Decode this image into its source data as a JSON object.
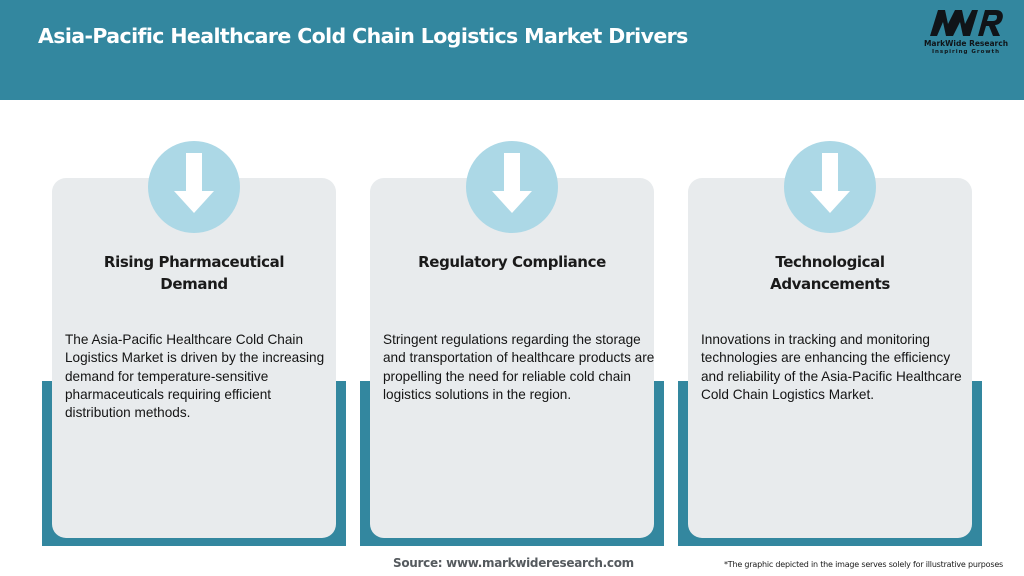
{
  "header": {
    "title": "Asia-Pacific Healthcare Cold Chain Logistics Market Drivers",
    "logo": {
      "mark": "MWR",
      "name": "MarkWide Research",
      "tagline": "Inspiring Growth"
    }
  },
  "colors": {
    "header_bg": "#33879f",
    "card_bg": "#e8ebed",
    "card_accent": "#33879f",
    "icon_circle": "#acd8e6",
    "icon_glyph": "#ffffff"
  },
  "drivers": [
    {
      "icon": "arrow-down-icon",
      "title": "Rising Pharmaceutical Demand",
      "body": "The Asia-Pacific Healthcare Cold Chain Logistics Market is driven by the increasing demand for temperature-sensitive pharmaceuticals requiring efficient distribution methods."
    },
    {
      "icon": "arrow-down-icon",
      "title": "Regulatory Compliance",
      "body": "Stringent regulations regarding the storage and transportation of healthcare products are propelling the need for reliable cold chain logistics solutions in the region."
    },
    {
      "icon": "arrow-down-icon",
      "title": "Technological Advancements",
      "body": "Innovations in tracking and monitoring technologies are enhancing the efficiency and reliability of the Asia-Pacific Healthcare Cold Chain Logistics Market."
    }
  ],
  "footer": {
    "source": "Source: www.markwideresearch.com",
    "disclaimer": "*The graphic depicted in the image serves solely for illustrative purposes"
  }
}
